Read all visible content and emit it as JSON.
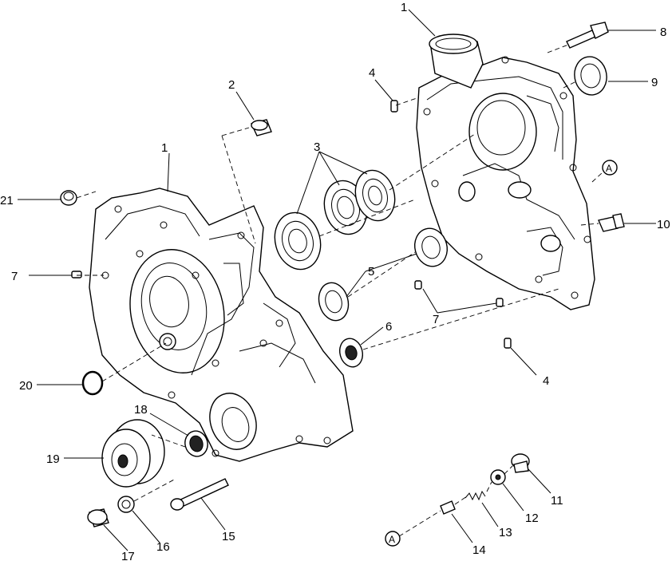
{
  "callouts": [
    {
      "id": "c1a",
      "label": "1"
    },
    {
      "id": "c1b",
      "label": "1"
    },
    {
      "id": "c2",
      "label": "2"
    },
    {
      "id": "c3",
      "label": "3"
    },
    {
      "id": "c4a",
      "label": "4"
    },
    {
      "id": "c4b",
      "label": "4"
    },
    {
      "id": "c5",
      "label": "5"
    },
    {
      "id": "c6",
      "label": "6"
    },
    {
      "id": "c7a",
      "label": "7"
    },
    {
      "id": "c7b",
      "label": "7"
    },
    {
      "id": "c8",
      "label": "8"
    },
    {
      "id": "c9",
      "label": "9"
    },
    {
      "id": "c10",
      "label": "10"
    },
    {
      "id": "c11",
      "label": "11"
    },
    {
      "id": "c12",
      "label": "12"
    },
    {
      "id": "c13",
      "label": "13"
    },
    {
      "id": "c14",
      "label": "14"
    },
    {
      "id": "c15",
      "label": "15"
    },
    {
      "id": "c16",
      "label": "16"
    },
    {
      "id": "c17",
      "label": "17"
    },
    {
      "id": "c18",
      "label": "18"
    },
    {
      "id": "c19",
      "label": "19"
    },
    {
      "id": "c20",
      "label": "20"
    },
    {
      "id": "c21",
      "label": "21"
    }
  ],
  "reference_marks": {
    "top": "A",
    "bottom": "A"
  }
}
